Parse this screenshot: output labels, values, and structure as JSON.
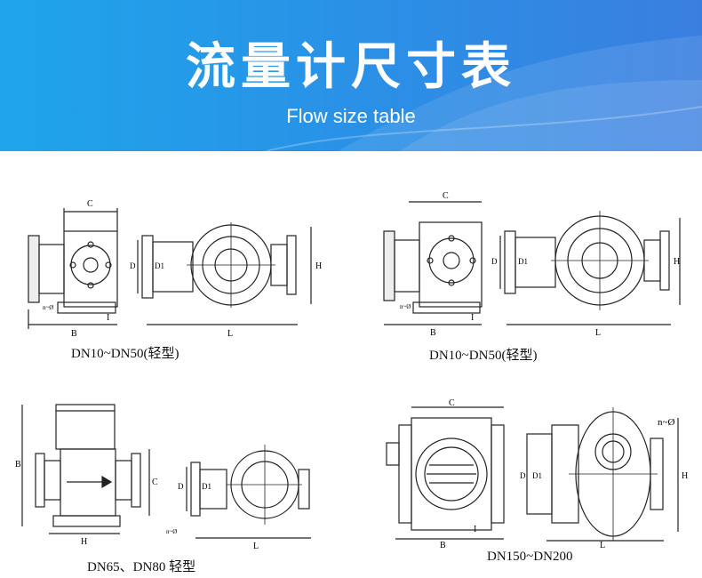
{
  "banner": {
    "title": "流量计尺寸表",
    "subtitle": "Flow size table"
  },
  "drawings": [
    {
      "caption": "DN10~DN50(轻型)",
      "dims": [
        "C",
        "B",
        "I",
        "D",
        "D1",
        "L",
        "H",
        "n~Ø"
      ]
    },
    {
      "caption": "DN10~DN50(轻型)",
      "dims": [
        "C",
        "B",
        "I",
        "D",
        "D1",
        "L",
        "H",
        "n~Ø"
      ]
    },
    {
      "caption": "DN65、DN80 轻型",
      "dims": [
        "B",
        "C",
        "H",
        "D",
        "D1",
        "L",
        "n~Ø"
      ]
    },
    {
      "caption": "DN150~DN200",
      "dims": [
        "C",
        "B",
        "I",
        "D",
        "D1",
        "L",
        "H",
        "n~Ø"
      ]
    }
  ]
}
